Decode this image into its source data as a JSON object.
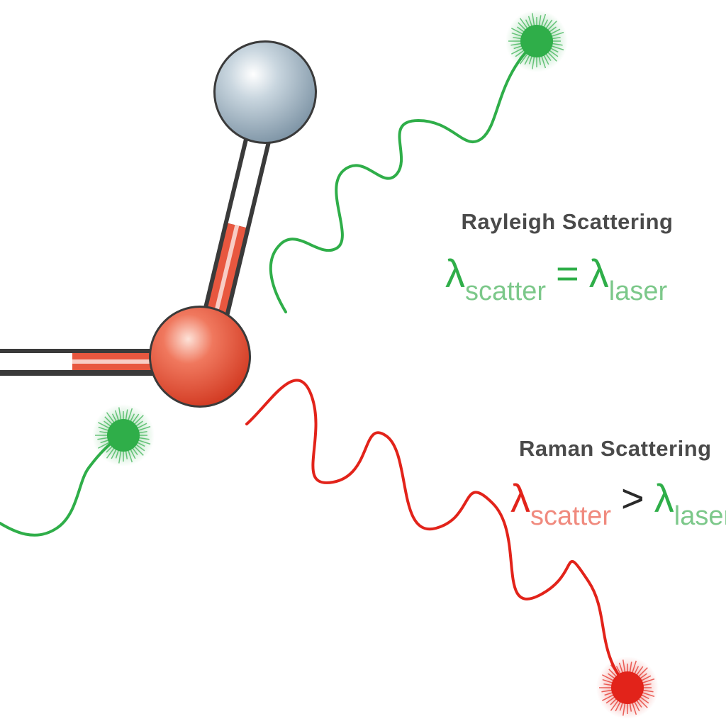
{
  "colors": {
    "background": "#ffffff",
    "green": "#2fae49",
    "green_light": "#7cc88a",
    "red": "#e2231a",
    "red_light": "#f08a7e",
    "dark_text": "#4a4a4a",
    "atom_gray": "#a9bac6",
    "atom_red": "#e8573f"
  },
  "icons": {
    "photon": "photon-burst-icon",
    "atom": "atom-sphere-icon"
  },
  "rayleigh": {
    "title": "Rayleigh Scattering",
    "equation": {
      "lhs_symbol": "λ",
      "lhs_subscript": "scatter",
      "operator": "=",
      "rhs_symbol": "λ",
      "rhs_subscript": "laser"
    }
  },
  "raman": {
    "title": "Raman Scattering",
    "equation": {
      "lhs_symbol": "λ",
      "lhs_subscript": "scatter",
      "operator": ">",
      "rhs_symbol": "λ",
      "rhs_subscript": "laser"
    }
  }
}
